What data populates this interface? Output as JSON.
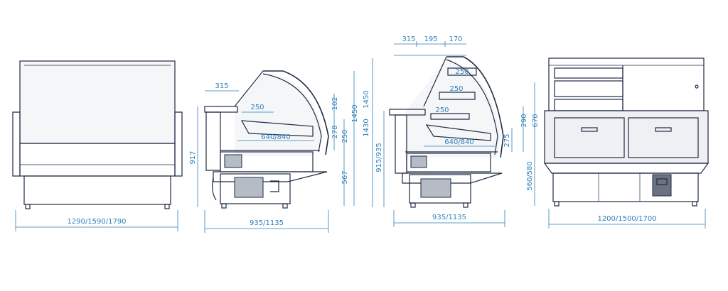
{
  "front_view": {
    "width_label": "1290/1590/1790"
  },
  "side_view_a": {
    "depth_label": "935/1135",
    "top_overhang": "315",
    "shelf_depth": "250",
    "inner_depth": "640/840",
    "total_height": "917",
    "glass_height": "102",
    "shelf_height": "278",
    "upper_height": "250",
    "base_height": "567",
    "full_height": "1450"
  },
  "side_view_b": {
    "depth_label": "935/1135",
    "top_a": "315",
    "top_b": "195",
    "top_c": "170",
    "shelf_upper": "250",
    "shelf_mid": "250",
    "shelf_lower": "250",
    "inner_depth": "640/840",
    "height_range": "915/935",
    "total_height": "1430",
    "full_height": "1450",
    "right_a": "290",
    "right_b": "670",
    "right_c": "275",
    "base_range": "560/580"
  },
  "back_view": {
    "width_label": "1200/1500/1700"
  }
}
